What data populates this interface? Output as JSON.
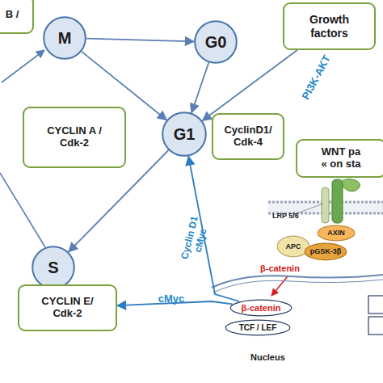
{
  "diagram": {
    "nodes": [
      {
        "text": [
          "B /"
        ]
      },
      {
        "text": [
          "M"
        ]
      },
      {
        "text": [
          "G0"
        ]
      },
      {
        "text": [
          "Growth factors"
        ]
      },
      {
        "text": [
          "CYCLIN A / Cdk-2"
        ]
      },
      {
        "text": [
          "G1"
        ]
      },
      {
        "text": [
          "CyclinD1/ Cdk-4"
        ]
      },
      {
        "text": [
          "WNT pa « on sta"
        ]
      },
      {
        "text": [
          "S"
        ]
      },
      {
        "text": [
          "CYCLIN E/ Cdk-2"
        ]
      },
      {
        "text": [
          "AXIN"
        ]
      },
      {
        "text": [
          "APC"
        ]
      },
      {
        "text": [
          "pGSK-3β"
        ]
      },
      {
        "text": [
          "β-catenin"
        ]
      },
      {
        "text": [
          "TCF / LEF"
        ]
      }
    ],
    "edges": [
      {
        "from": 1,
        "to": 2,
        "arrow": "to"
      },
      {
        "from": 2,
        "to": 5,
        "arrow": "to"
      },
      {
        "from": 3,
        "to": 5,
        "arrow": "to",
        "label": "PI3K-AKT"
      },
      {
        "from": 1,
        "to": 5,
        "arrow": "to"
      },
      {
        "from": 5,
        "to": 8,
        "arrow": "to"
      },
      {
        "from": 13,
        "to": 5,
        "arrow": "to",
        "label": "Cyclin D1 cMyc"
      },
      {
        "from": 13,
        "to": 9,
        "arrow": "to",
        "label": "cMyc"
      }
    ],
    "labels": [
      "LRP 5/6",
      "β-catenin",
      "Nucleus"
    ]
  }
}
